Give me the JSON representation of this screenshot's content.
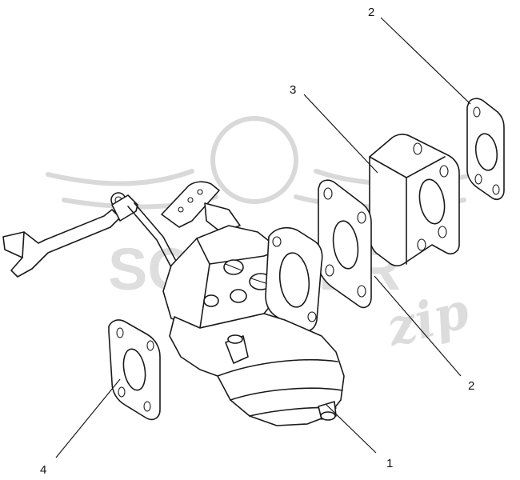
{
  "diagram": {
    "callouts": [
      {
        "id": "c1",
        "label": "1"
      },
      {
        "id": "c2a",
        "label": "2"
      },
      {
        "id": "c2b",
        "label": "2"
      },
      {
        "id": "c3",
        "label": "3"
      },
      {
        "id": "c4",
        "label": "4"
      }
    ],
    "watermark": {
      "brand": "SCOOTER",
      "script": "zip"
    },
    "colors": {
      "ink": "#1a1a1a",
      "watermark": "#d9d9d9",
      "background": "#ffffff"
    }
  }
}
